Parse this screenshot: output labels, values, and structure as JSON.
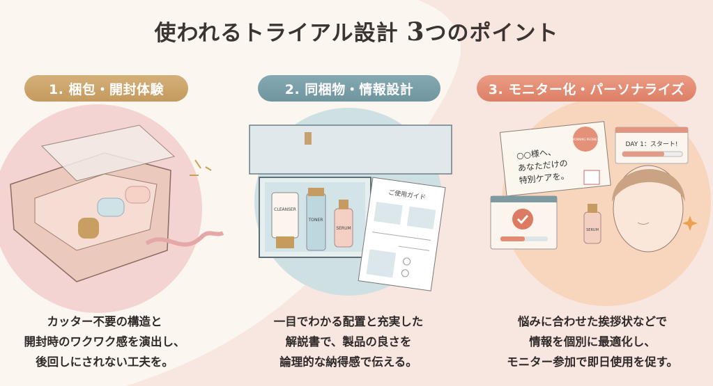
{
  "title": {
    "main": "使われるトライアル設計",
    "number": "3",
    "suffix": "つのポイント"
  },
  "points": [
    {
      "label": "1. 梱包・開封体験",
      "desc": [
        "カッター不要の構造と",
        "開封時のワクワク感を演出し、",
        "後回しにされない工夫を。"
      ]
    },
    {
      "label": "2. 同梱物・情報設計",
      "desc": [
        "一目でわかる配置と充実した",
        "解説書で、製品の良さを",
        "論理的な納得感で伝える。"
      ]
    },
    {
      "label": "3. モニター化・パーソナライズ",
      "desc": [
        "悩みに合わせた挨拶状などで",
        "情報を個別に最適化し、",
        "モニター参加で即日使用を促す。"
      ]
    }
  ],
  "illustration2": {
    "products": [
      "CLEANSER",
      "TONER",
      "SERUM"
    ],
    "guide_title": "ご使用ガイド"
  },
  "illustration3": {
    "letter": [
      "○○様へ、",
      "あなただけの",
      "特別ケアを。"
    ],
    "stamp": "MORNING PEONIES",
    "bubble": "DAY 1：スタート!",
    "serum": "SERUM"
  },
  "colors": {
    "gold": "#c9a468",
    "teal": "#7a9ea8",
    "salmon": "#e38a72",
    "background": "#fbf6ef"
  }
}
